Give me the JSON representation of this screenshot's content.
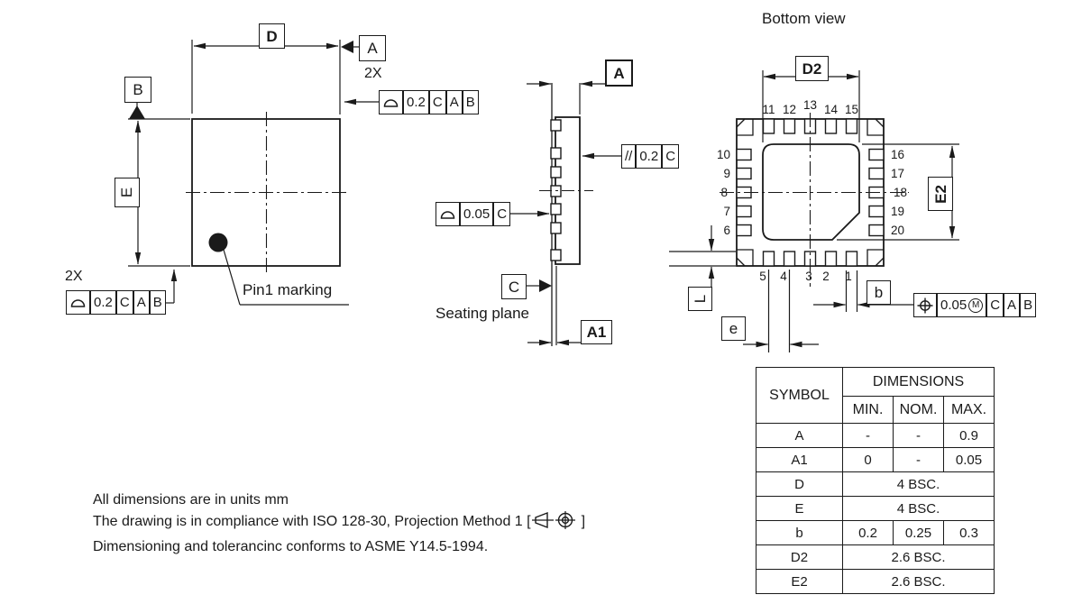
{
  "colors": {
    "ink": "#1a1a1a",
    "background": "#ffffff"
  },
  "top_view": {
    "dim_d": "D",
    "datum_a": "A",
    "datum_b": "B",
    "dim_e": "E",
    "qty_top": "2X",
    "qty_bottom": "2X",
    "fcf_top": {
      "symbol": "profile-of-surface",
      "tol": "0.2",
      "d1": "C",
      "d2": "A",
      "d3": "B"
    },
    "fcf_bottom": {
      "symbol": "profile-of-surface",
      "tol": "0.2",
      "d1": "C",
      "d2": "A",
      "d3": "B"
    },
    "pin1_label": "Pin1 marking"
  },
  "side_view": {
    "datum_a": "A",
    "fcf_parallel": {
      "symbol": "//",
      "tol": "0.2",
      "d1": "C"
    },
    "fcf_profile": {
      "symbol": "profile-of-surface",
      "tol": "0.05",
      "d1": "C"
    },
    "datum_c": "C",
    "seating_plane": "Seating plane",
    "dim_a1": "A1"
  },
  "bottom_view": {
    "title": "Bottom view",
    "dim_d2": "D2",
    "dim_e2": "E2",
    "dim_l": "L",
    "dim_e": "e",
    "dim_b": "b",
    "fcf_position": {
      "symbol": "position",
      "tol": "0.05",
      "modifier": "M",
      "d1": "C",
      "d2": "A",
      "d3": "B"
    },
    "pins": {
      "top": [
        "11",
        "12",
        "13",
        "14",
        "15"
      ],
      "left": [
        "10",
        "9",
        "8",
        "7",
        "6"
      ],
      "right": [
        "16",
        "17",
        "18",
        "19",
        "20"
      ],
      "bottom": [
        "5",
        "4",
        "3",
        "2",
        "1"
      ]
    }
  },
  "table": {
    "header": {
      "symbol": "SYMBOL",
      "dimensions": "DIMENSIONS",
      "min": "MIN.",
      "nom": "NOM.",
      "max": "MAX."
    },
    "rows": [
      {
        "symbol": "A",
        "min": "-",
        "nom": "-",
        "max": "0.9"
      },
      {
        "symbol": "A1",
        "min": "0",
        "nom": "-",
        "max": "0.05"
      },
      {
        "symbol": "D",
        "span": "4 BSC."
      },
      {
        "symbol": "E",
        "span": "4 BSC."
      },
      {
        "symbol": "b",
        "min": "0.2",
        "nom": "0.25",
        "max": "0.3"
      },
      {
        "symbol": "D2",
        "span": "2.6 BSC."
      },
      {
        "symbol": "E2",
        "span": "2.6 BSC."
      }
    ]
  },
  "notes": {
    "line1": "All dimensions are in units mm",
    "line2_pre": "The drawing is in compliance with ISO 128-30, Projection Method 1 [",
    "line2_post": "]",
    "line3": "Dimensioning and tolerancinc conforms to ASME Y14.5-1994."
  }
}
